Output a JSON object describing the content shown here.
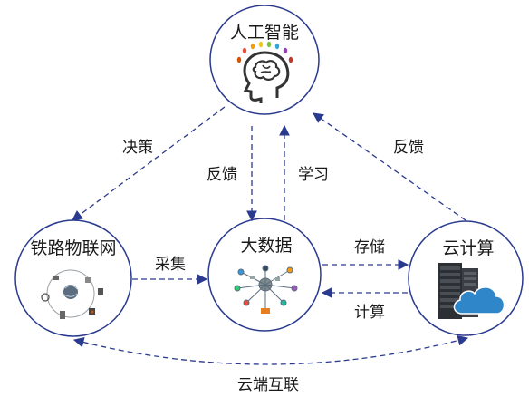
{
  "nodes": {
    "ai": {
      "title": "人工智能"
    },
    "iot": {
      "title": "铁路物联网"
    },
    "bigdata": {
      "title": "大数据"
    },
    "cloud": {
      "title": "云计算"
    }
  },
  "edges": {
    "decision": "决策",
    "feedback_ai_bigdata": "反馈",
    "learning": "学习",
    "feedback_cloud_ai": "反馈",
    "collect": "采集",
    "storage": "存储",
    "compute": "计算",
    "cloud_interconnect": "云端互联"
  },
  "colors": {
    "arrow": "#2a3b8f",
    "node_border": "#2a3b8f",
    "brain": "#333333",
    "cloud": "#2f86c9"
  }
}
